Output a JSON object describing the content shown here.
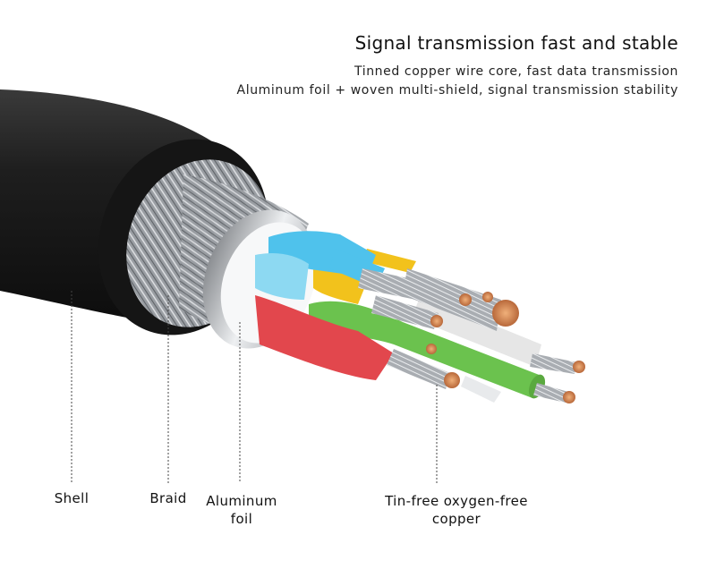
{
  "header": {
    "title": "Signal transmission fast and stable",
    "subtitle_1": "Tinned copper wire core, fast data transmission",
    "subtitle_2": "Aluminum foil + woven multi-shield, signal transmission stability"
  },
  "labels": {
    "shell": "Shell",
    "braid": "Braid",
    "aluminum_line1": "Aluminum",
    "aluminum_line2": "foil",
    "copper_line1": "Tin-free oxygen-free",
    "copper_line2": "copper"
  },
  "colors": {
    "jacket": "#1c1c1c",
    "blue": "#4fc2ec",
    "blue_light": "#8dd9f2",
    "yellow": "#f2c21c",
    "green": "#6bc24e",
    "red": "#e2474d",
    "white_wire": "#e4e4e4",
    "copper": "#d98a55",
    "silver": "#c9ccd0"
  }
}
